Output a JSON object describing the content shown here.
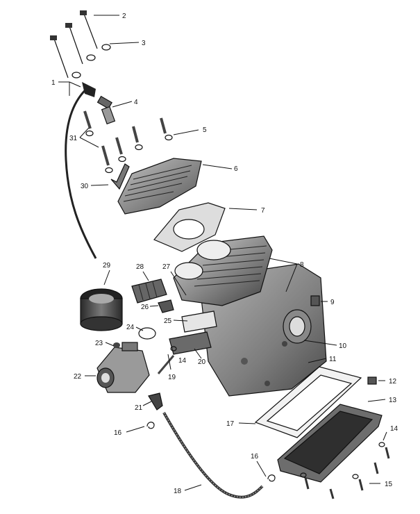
{
  "diagram": {
    "type": "exploded-parts-view",
    "callouts": [
      "1",
      "2",
      "3",
      "4",
      "5",
      "6",
      "7",
      "8",
      "9",
      "10",
      "11",
      "12",
      "13",
      "14",
      "14",
      "15",
      "16",
      "16",
      "17",
      "18",
      "19",
      "20",
      "21",
      "22",
      "23",
      "24",
      "25",
      "26",
      "27",
      "28",
      "29",
      "30",
      "31"
    ]
  },
  "labels": {
    "c1": "1",
    "c2": "2",
    "c3": "3",
    "c4": "4",
    "c5": "5",
    "c6": "6",
    "c7": "7",
    "c8": "8",
    "c9": "9",
    "c10": "10",
    "c11": "11",
    "c12": "12",
    "c13": "13",
    "c14a": "14",
    "c14b": "14",
    "c15": "15",
    "c16a": "16",
    "c16b": "16",
    "c17": "17",
    "c18": "18",
    "c19": "19",
    "c20": "20",
    "c21": "21",
    "c22": "22",
    "c23": "23",
    "c24": "24",
    "c25": "25",
    "c26": "26",
    "c27": "27",
    "c28": "28",
    "c29": "29",
    "c30": "30",
    "c31": "31"
  },
  "colors": {
    "ink": "#111111",
    "metal_dark": "#3a3a3a",
    "metal_mid": "#8a8a8a",
    "metal_light": "#c9c9c9",
    "paper": "#ffffff"
  }
}
